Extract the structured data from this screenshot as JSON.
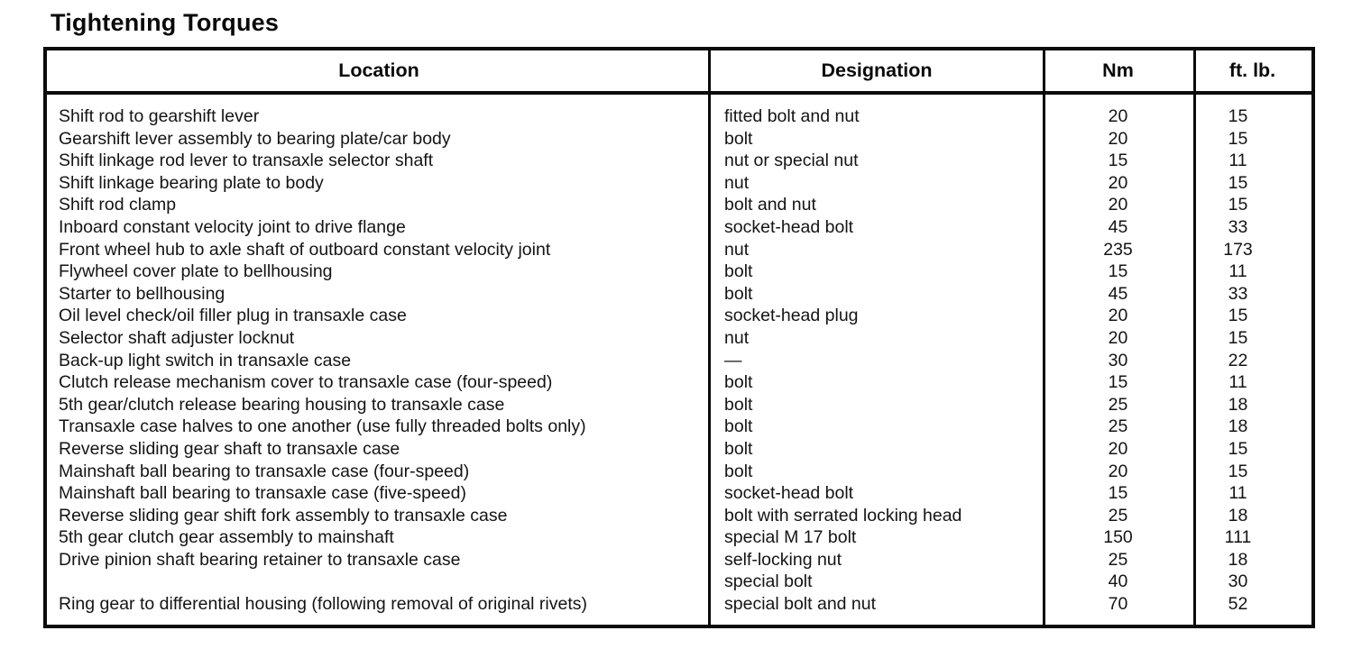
{
  "title": "Tightening Torques",
  "table": {
    "headers": {
      "location": "Location",
      "designation": "Designation",
      "nm": "Nm",
      "ftlb": "ft. lb."
    },
    "rows": [
      {
        "location": "Shift rod to gearshift lever",
        "designation": "fitted bolt and nut",
        "nm": "20",
        "ftlb": "15"
      },
      {
        "location": "Gearshift lever assembly to bearing plate/car body",
        "designation": "bolt",
        "nm": "20",
        "ftlb": "15"
      },
      {
        "location": "Shift linkage rod lever to transaxle selector shaft",
        "designation": "nut or special nut",
        "nm": "15",
        "ftlb": "11"
      },
      {
        "location": "Shift linkage bearing plate to body",
        "designation": "nut",
        "nm": "20",
        "ftlb": "15"
      },
      {
        "location": "Shift rod clamp",
        "designation": "bolt and nut",
        "nm": "20",
        "ftlb": "15"
      },
      {
        "location": "Inboard constant velocity joint to drive flange",
        "designation": "socket-head bolt",
        "nm": "45",
        "ftlb": "33"
      },
      {
        "location": "Front wheel hub to axle shaft of outboard constant velocity joint",
        "designation": "nut",
        "nm": "235",
        "ftlb": "173"
      },
      {
        "location": "Flywheel cover plate to bellhousing",
        "designation": "bolt",
        "nm": "15",
        "ftlb": "11"
      },
      {
        "location": "Starter to bellhousing",
        "designation": "bolt",
        "nm": "45",
        "ftlb": "33"
      },
      {
        "location": "Oil level check/oil filler plug in transaxle case",
        "designation": "socket-head plug",
        "nm": "20",
        "ftlb": "15"
      },
      {
        "location": "Selector shaft adjuster locknut",
        "designation": "nut",
        "nm": "20",
        "ftlb": "15"
      },
      {
        "location": "Back-up light switch in transaxle case",
        "designation": "—",
        "nm": "30",
        "ftlb": "22"
      },
      {
        "location": "Clutch release mechanism cover to transaxle case (four-speed)",
        "designation": "bolt",
        "nm": "15",
        "ftlb": "11"
      },
      {
        "location": "5th gear/clutch release bearing housing to transaxle case",
        "designation": "bolt",
        "nm": "25",
        "ftlb": "18"
      },
      {
        "location": "Transaxle case halves to one another (use fully threaded bolts only)",
        "designation": "bolt",
        "nm": "25",
        "ftlb": "18"
      },
      {
        "location": "Reverse sliding gear shaft to transaxle case",
        "designation": "bolt",
        "nm": "20",
        "ftlb": "15"
      },
      {
        "location": "Mainshaft ball bearing to transaxle case (four-speed)",
        "designation": "bolt",
        "nm": "20",
        "ftlb": "15"
      },
      {
        "location": "Mainshaft ball bearing to transaxle case (five-speed)",
        "designation": "socket-head bolt",
        "nm": "15",
        "ftlb": "11"
      },
      {
        "location": "Reverse sliding gear shift fork assembly to transaxle case",
        "designation": "bolt with serrated locking head",
        "nm": "25",
        "ftlb": "18"
      },
      {
        "location": "5th gear clutch gear assembly to mainshaft",
        "designation": "special M 17 bolt",
        "nm": "150",
        "ftlb": "111"
      },
      {
        "location": "Drive pinion shaft bearing retainer to transaxle case",
        "designation": "self-locking nut",
        "nm": "25",
        "ftlb": "18"
      },
      {
        "location": "",
        "designation": "special bolt",
        "nm": "40",
        "ftlb": "30"
      },
      {
        "location": "Ring gear to differential housing (following removal of original rivets)",
        "designation": "special bolt and nut",
        "nm": "70",
        "ftlb": "52"
      }
    ]
  }
}
